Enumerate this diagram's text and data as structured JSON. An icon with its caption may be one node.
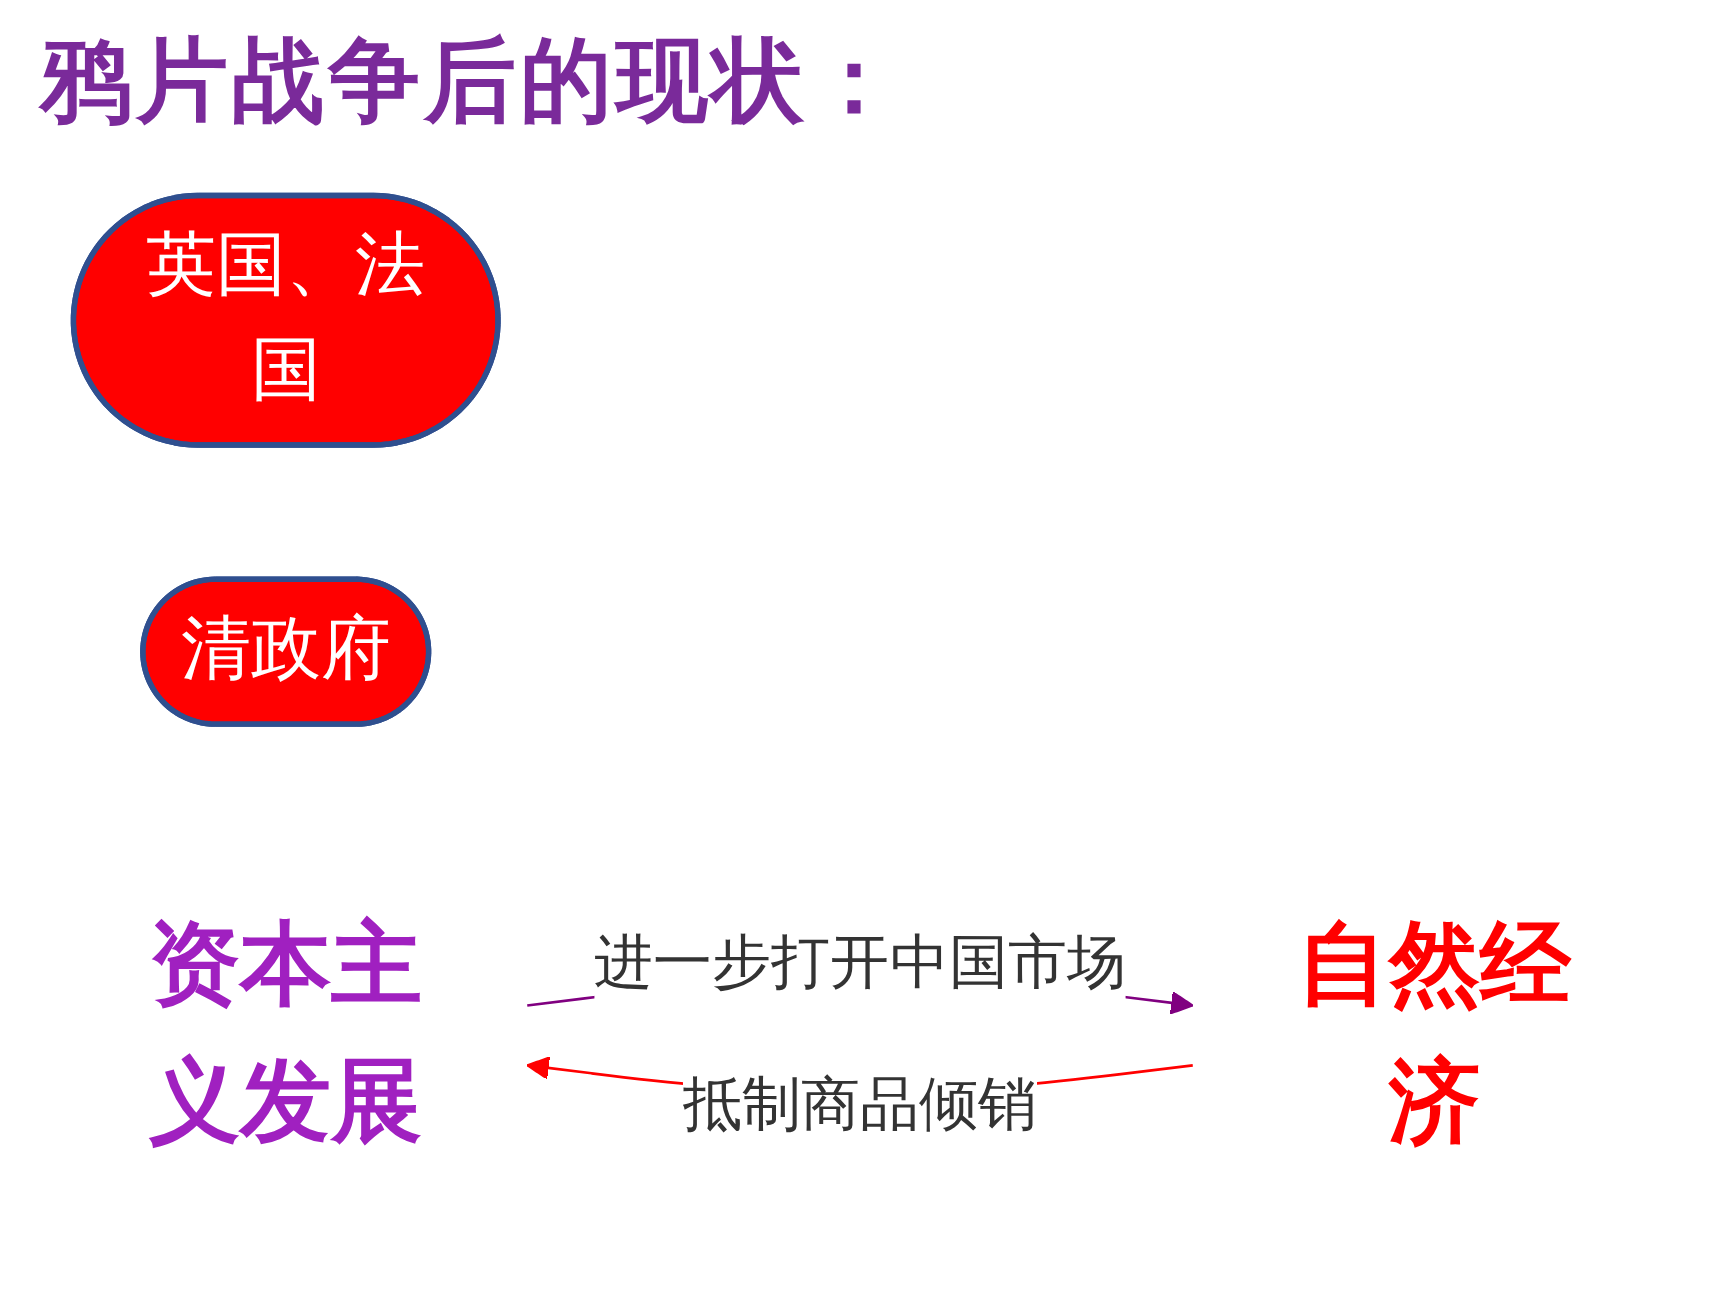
{
  "diagram": {
    "title": "鸦片战争后的现状：",
    "nodes": [
      {
        "text": [
          "英国、法国"
        ]
      },
      {
        "text": [
          "清政府"
        ]
      },
      {
        "text": [
          "资本主义发展"
        ]
      },
      {
        "text": [
          "自然经济"
        ]
      }
    ],
    "edges": [
      {
        "from": 2,
        "to": 3,
        "arrow": "to",
        "label": "进一步打开中国市场",
        "color": "#800080"
      },
      {
        "from": 3,
        "to": 2,
        "arrow": "to",
        "label": "抵制商品倾销",
        "color": "#ff0000"
      }
    ]
  }
}
